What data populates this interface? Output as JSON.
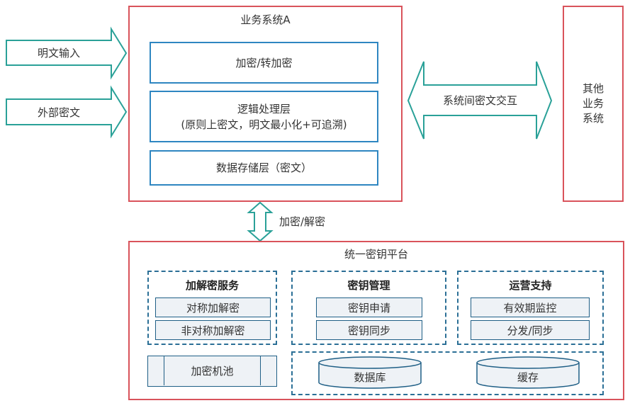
{
  "inputs": {
    "plaintext_input": "明文输入",
    "external_ciphertext": "外部密文"
  },
  "system_a": {
    "title": "业务系统A",
    "layer_encrypt": "加密/转加密",
    "layer_logic_line1": "逻辑处理层",
    "layer_logic_line2": "(原则上密文，明文最小化+可追溯)",
    "layer_storage": "数据存储层（密文）"
  },
  "interaction": {
    "label": "系统间密文交互"
  },
  "other_systems": {
    "line1": "其他",
    "line2": "业务",
    "line3": "系统"
  },
  "vertical_link": {
    "label": "加密/解密"
  },
  "key_platform": {
    "title": "统一密钥平台",
    "crypto_service": {
      "title": "加解密服务",
      "items": [
        "对称加解密",
        "非对称加解密"
      ]
    },
    "key_management": {
      "title": "密钥管理",
      "items": [
        "密钥申请",
        "密钥同步"
      ]
    },
    "operations_support": {
      "title": "运营支持",
      "items": [
        "有效期监控",
        "分发/同步"
      ]
    },
    "crypto_pool": "加密机池",
    "database": "数据库",
    "cache": "缓存"
  },
  "colors": {
    "red_border": "#d9535b",
    "blue_border": "#2e86c1",
    "dash_border": "#2b6f96",
    "arrow_green": "#2aa198"
  }
}
